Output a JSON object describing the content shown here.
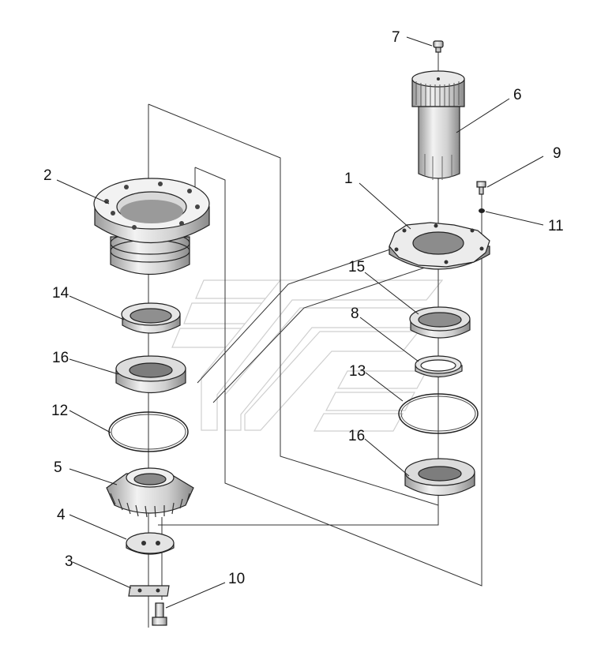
{
  "callouts": [
    {
      "id": "7",
      "label": "7"
    },
    {
      "id": "6",
      "label": "6"
    },
    {
      "id": "9",
      "label": "9"
    },
    {
      "id": "2",
      "label": "2"
    },
    {
      "id": "1",
      "label": "1"
    },
    {
      "id": "11",
      "label": "11"
    },
    {
      "id": "15",
      "label": "15"
    },
    {
      "id": "14",
      "label": "14"
    },
    {
      "id": "8",
      "label": "8"
    },
    {
      "id": "16a",
      "label": "16"
    },
    {
      "id": "13",
      "label": "13"
    },
    {
      "id": "12",
      "label": "12"
    },
    {
      "id": "16b",
      "label": "16"
    },
    {
      "id": "5",
      "label": "5"
    },
    {
      "id": "4",
      "label": "4"
    },
    {
      "id": "3",
      "label": "3"
    },
    {
      "id": "10",
      "label": "10"
    }
  ],
  "colors": {
    "line": "#222222",
    "part_fill": "#e8e8e8",
    "part_shade": "#bdbdbd",
    "watermark": "#cfcfcf"
  }
}
